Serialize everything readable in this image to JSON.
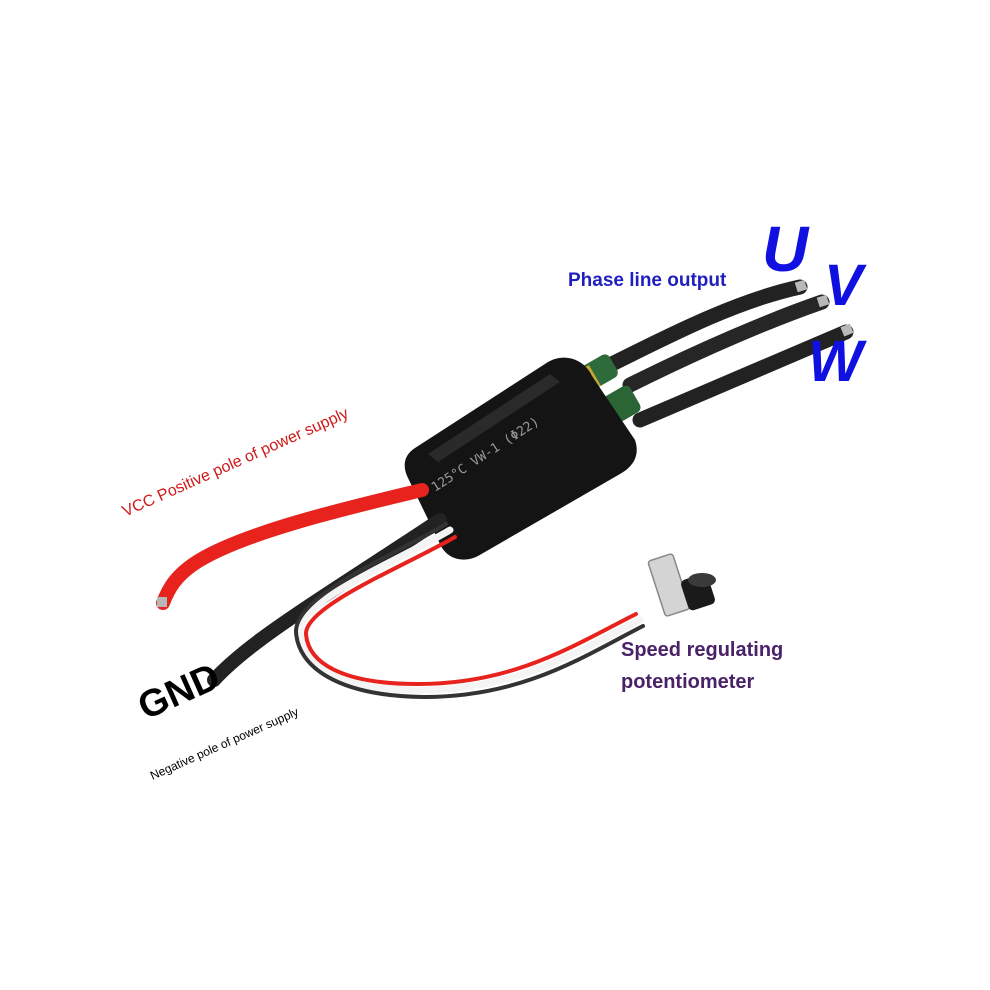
{
  "labels": {
    "phase_output": "Phase line output",
    "u": "U",
    "v": "V",
    "w": "W",
    "vcc": "VCC Positive pole of power supply",
    "speed_line1": "Speed regulating",
    "speed_line2": "potentiometer",
    "gnd": "GND",
    "negative": "Negative pole of power supply"
  },
  "controller_marking": "125°C  VW-1 (Φ22)",
  "colors": {
    "phase_label": "#1f1fbf",
    "uvw_letters": "#1010e0",
    "vcc_label": "#d01818",
    "speed_label": "#4a2268",
    "gnd_label": "#000000",
    "red_wire": "#e8231e",
    "black_wire": "#222222",
    "controller_body": "#141414",
    "capacitor": "#2e6b3a"
  }
}
